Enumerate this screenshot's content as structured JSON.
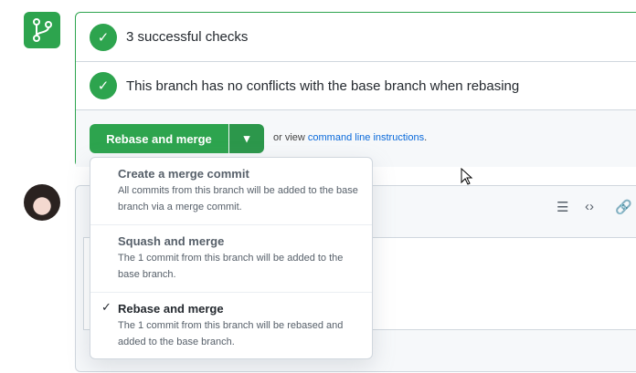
{
  "checks": {
    "summary": "3 successful checks",
    "conflicts": "This branch has no conflicts with the base branch when rebasing"
  },
  "merge": {
    "button_label": "Rebase and merge",
    "hint_prefix": "or view",
    "hint_link": "command line instructions",
    "hint_suffix": "."
  },
  "menu": {
    "items": [
      {
        "title": "Create a merge commit",
        "description": "All commits from this branch will be added to the base branch via a merge commit.",
        "selected": false
      },
      {
        "title": "Squash and merge",
        "description": "The 1 commit from this branch will be added to the base branch.",
        "selected": false
      },
      {
        "title": "Rebase and merge",
        "description": "The 1 commit from this branch will be rebased and added to the base branch.",
        "selected": true
      }
    ]
  },
  "colors": {
    "success": "#2da44e",
    "link": "#0969da"
  }
}
